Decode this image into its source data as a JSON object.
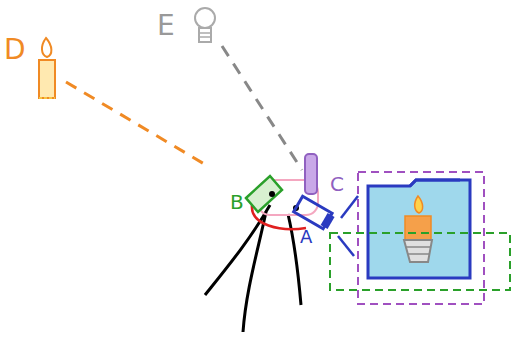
{
  "diagram": {
    "labels": [
      "D",
      "E",
      "B",
      "C",
      "A"
    ]
  }
}
